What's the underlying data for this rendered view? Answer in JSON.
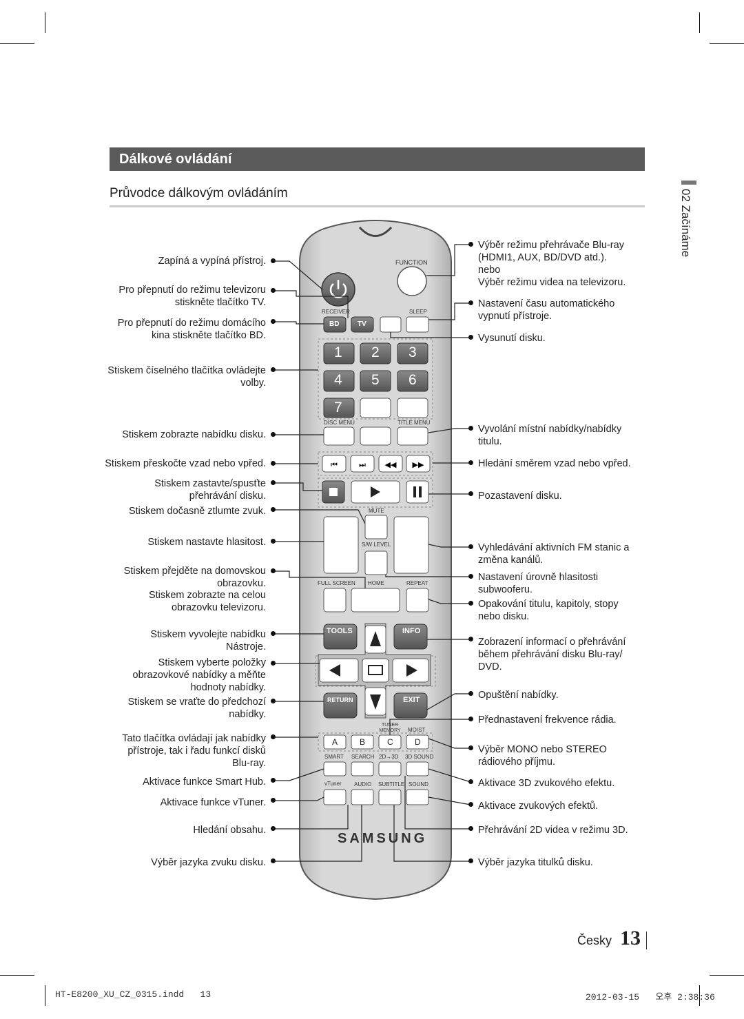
{
  "header": {
    "section_title": "Dálkové ovládání",
    "subtitle": "Průvodce dálkovým ovládáním"
  },
  "side_tab": {
    "text": "02 Začínáme"
  },
  "remote": {
    "function_label": "FUNCTION",
    "receiver_label": "RECEIVER",
    "sleep_label": "SLEEP",
    "bd_label": "BD",
    "tv_label": "TV",
    "digits": [
      "1",
      "2",
      "3",
      "4",
      "5",
      "6",
      "7"
    ],
    "disc_menu_label": "DISC MENU",
    "title_menu_label": "TITLE MENU",
    "mute_label": "MUTE",
    "sw_level_label": "S/W LEVEL",
    "full_screen_label": "FULL SCREEN",
    "home_label": "HOME",
    "repeat_label": "REPEAT",
    "tools_label": "TOOLS",
    "info_label": "INFO",
    "return_label": "RETURN",
    "exit_label": "EXIT",
    "tuner_memory_label": "TUNER MEMORY",
    "mo_st_label": "MO/ST",
    "color_keys": [
      "A",
      "B",
      "C",
      "D"
    ],
    "smart_label": "SMART",
    "search_label": "SEARCH",
    "twod_3d_label": "2D→3D",
    "threed_sound_label": "3D SOUND",
    "vtuner_label": "vTuner",
    "audio_label": "AUDIO",
    "subtitle_label": "SUBTITLE",
    "sound_label": "SOUND",
    "brand": "SAMSUNG"
  },
  "left_labels": [
    "Zapíná a vypíná přístroj.",
    "Pro přepnutí do režimu televizoru\nstiskněte tlačítko TV.",
    "Pro přepnutí do režimu domácího\nkina stiskněte tlačítko BD.",
    "Stiskem číselného tlačítka ovládejte\nvolby.",
    "Stiskem zobrazte nabídku disku.",
    "Stiskem přeskočte vzad nebo vpřed.",
    "Stiskem zastavte/spusťte\npřehrávání disku.",
    "Stiskem dočasně ztlumte zvuk.",
    "Stiskem nastavte hlasitost.",
    "Stiskem přejděte na domovskou\nobrazovku.",
    "Stiskem zobrazte na celou\nobrazovku televizoru.",
    "Stiskem vyvolejte nabídku\nNástroje.",
    "Stiskem vyberte položky\nobrazovkové nabídky a měňte\nhodnoty nabídky.",
    "Stiskem se vraťte do předchozí\nnabídky.",
    "Tato tlačítka ovládají jak nabídky\npřístroje, tak i řadu funkcí disků\nBlu-ray.",
    "Aktivace funkce Smart Hub.",
    "Aktivace funkce vTuner.",
    "Hledání obsahu.",
    "Výběr jazyka zvuku disku."
  ],
  "right_labels": [
    "Výběr režimu přehrávače Blu-ray\n(HDMI1, AUX, BD/DVD atd.).\nnebo\nVýběr režimu videa na televizoru.",
    "Nastavení času automatického\nvypnutí přístroje.",
    "Vysunutí disku.",
    "Vyvolání místní nabídky/nabídky\ntitulu.",
    "Hledání směrem vzad nebo vpřed.",
    "Pozastavení disku.",
    "Vyhledávání aktivních FM stanic a\nzměna kanálů.",
    "Nastavení úrovně hlasitosti\nsubwooferu.",
    "Opakování titulu, kapitoly, stopy\nnebo disku.",
    "Zobrazení informací o přehrávání\nběhem přehrávání disku Blu-ray/\nDVD.",
    "Opuštění nabídky.",
    "Přednastavení frekvence rádia.",
    "Výběr MONO nebo STEREO\nrádiového příjmu.",
    "Aktivace 3D zvukového efektu.",
    "Aktivace zvukových efektů.",
    "Přehrávání 2D videa v režimu 3D.",
    "Výběr jazyka titulků disku."
  ],
  "footer": {
    "language": "Česky",
    "page_number": "13",
    "slug_left": "HT-E8200_XU_CZ_0315.indd   13",
    "slug_right": "2012-03-15   오후 2:38:36"
  }
}
